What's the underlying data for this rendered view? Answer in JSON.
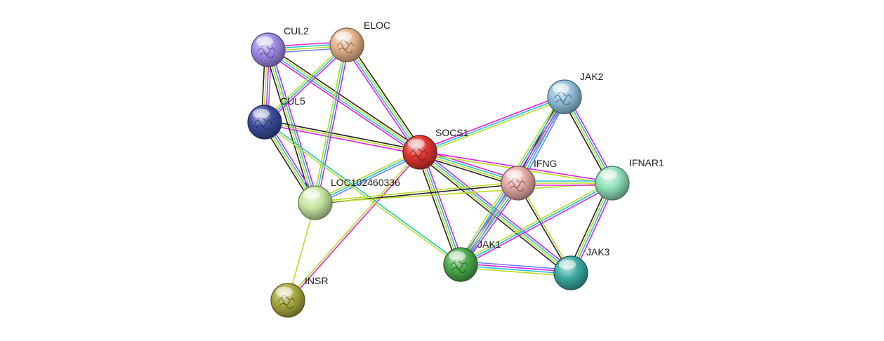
{
  "network": {
    "nodes": [
      {
        "id": "SOCS1",
        "label": "SOCS1",
        "color": "#e0352f",
        "has_structure": true
      },
      {
        "id": "CUL2",
        "label": "CUL2",
        "color": "#9f8ae8",
        "has_structure": true
      },
      {
        "id": "ELOC",
        "label": "ELOC",
        "color": "#e6b48a",
        "has_structure": true
      },
      {
        "id": "CUL5",
        "label": "CUL5",
        "color": "#3b4c9e",
        "has_structure": true
      },
      {
        "id": "LOC102460336",
        "label": "LOC102460336",
        "color": "#c6e6a0",
        "has_structure": false
      },
      {
        "id": "INSR",
        "label": "INSR",
        "color": "#a8a840",
        "has_structure": true
      },
      {
        "id": "JAK2",
        "label": "JAK2",
        "color": "#8fc0dc",
        "has_structure": true
      },
      {
        "id": "IFNG",
        "label": "IFNG",
        "color": "#e5a9a3",
        "has_structure": true
      },
      {
        "id": "IFNAR1",
        "label": "IFNAR1",
        "color": "#8fe0b8",
        "has_structure": false
      },
      {
        "id": "JAK1",
        "label": "JAK1",
        "color": "#4caa4c",
        "has_structure": true
      },
      {
        "id": "JAK3",
        "label": "JAK3",
        "color": "#3caba3",
        "has_structure": false
      }
    ],
    "edge_colors": {
      "experimental": "#e01fe0",
      "database": "#1fc3d8",
      "textmining": "#b8dc20",
      "coexpression": "#222222",
      "homology": "#6f7fff"
    },
    "edges": [
      {
        "source": "SOCS1",
        "target": "CUL2",
        "evidence": [
          "experimental",
          "database",
          "textmining",
          "coexpression"
        ]
      },
      {
        "source": "SOCS1",
        "target": "ELOC",
        "evidence": [
          "experimental",
          "database",
          "textmining",
          "coexpression"
        ]
      },
      {
        "source": "SOCS1",
        "target": "CUL5",
        "evidence": [
          "experimental",
          "textmining",
          "coexpression"
        ]
      },
      {
        "source": "SOCS1",
        "target": "LOC102460336",
        "evidence": [
          "homology",
          "database",
          "textmining"
        ]
      },
      {
        "source": "SOCS1",
        "target": "INSR",
        "evidence": [
          "experimental",
          "textmining"
        ]
      },
      {
        "source": "SOCS1",
        "target": "JAK2",
        "evidence": [
          "experimental",
          "database",
          "textmining"
        ]
      },
      {
        "source": "SOCS1",
        "target": "IFNG",
        "evidence": [
          "experimental",
          "database",
          "textmining",
          "coexpression"
        ]
      },
      {
        "source": "SOCS1",
        "target": "IFNAR1",
        "evidence": [
          "experimental",
          "textmining"
        ]
      },
      {
        "source": "SOCS1",
        "target": "JAK1",
        "evidence": [
          "experimental",
          "database",
          "textmining",
          "coexpression"
        ]
      },
      {
        "source": "SOCS1",
        "target": "JAK3",
        "evidence": [
          "experimental",
          "database",
          "textmining",
          "coexpression"
        ]
      },
      {
        "source": "CUL2",
        "target": "ELOC",
        "evidence": [
          "experimental",
          "database",
          "textmining",
          "homology"
        ]
      },
      {
        "source": "CUL2",
        "target": "CUL5",
        "evidence": [
          "homology",
          "experimental",
          "textmining",
          "coexpression"
        ]
      },
      {
        "source": "CUL2",
        "target": "LOC102460336",
        "evidence": [
          "experimental",
          "database",
          "textmining",
          "coexpression"
        ]
      },
      {
        "source": "ELOC",
        "target": "CUL5",
        "evidence": [
          "experimental",
          "database",
          "textmining"
        ]
      },
      {
        "source": "ELOC",
        "target": "LOC102460336",
        "evidence": [
          "experimental",
          "database",
          "textmining"
        ]
      },
      {
        "source": "CUL5",
        "target": "LOC102460336",
        "evidence": [
          "experimental",
          "database",
          "textmining",
          "coexpression"
        ]
      },
      {
        "source": "CUL5",
        "target": "JAK1",
        "evidence": [
          "database",
          "textmining"
        ]
      },
      {
        "source": "LOC102460336",
        "target": "INSR",
        "evidence": [
          "textmining"
        ]
      },
      {
        "source": "LOC102460336",
        "target": "IFNG",
        "evidence": [
          "textmining",
          "coexpression"
        ]
      },
      {
        "source": "LOC102460336",
        "target": "IFNAR1",
        "evidence": [
          "textmining"
        ]
      },
      {
        "source": "JAK2",
        "target": "IFNG",
        "evidence": [
          "homology",
          "database",
          "textmining",
          "coexpression"
        ]
      },
      {
        "source": "JAK2",
        "target": "IFNAR1",
        "evidence": [
          "experimental",
          "database",
          "textmining",
          "coexpression"
        ]
      },
      {
        "source": "JAK2",
        "target": "JAK1",
        "evidence": [
          "homology",
          "experimental",
          "database",
          "textmining"
        ]
      },
      {
        "source": "IFNG",
        "target": "IFNAR1",
        "evidence": [
          "database",
          "textmining",
          "experimental"
        ]
      },
      {
        "source": "IFNG",
        "target": "JAK1",
        "evidence": [
          "experimental",
          "database",
          "textmining",
          "homology"
        ]
      },
      {
        "source": "IFNG",
        "target": "JAK3",
        "evidence": [
          "textmining",
          "coexpression"
        ]
      },
      {
        "source": "IFNAR1",
        "target": "JAK1",
        "evidence": [
          "experimental",
          "database",
          "textmining"
        ]
      },
      {
        "source": "IFNAR1",
        "target": "JAK3",
        "evidence": [
          "experimental",
          "database",
          "textmining",
          "coexpression"
        ]
      },
      {
        "source": "JAK1",
        "target": "JAK3",
        "evidence": [
          "homology",
          "experimental",
          "database",
          "textmining"
        ]
      }
    ]
  }
}
